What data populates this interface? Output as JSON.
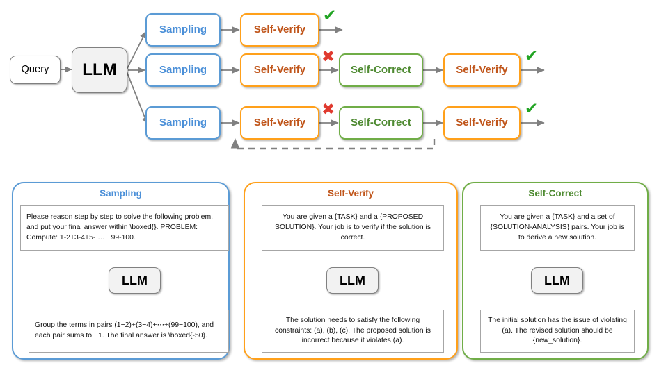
{
  "flow": {
    "query_label": "Query",
    "llm_label": "LLM",
    "sampling_label": "Sampling",
    "verify_label": "Self-Verify",
    "correct_label": "Self-Correct",
    "pass_glyph": "✔",
    "fail_glyph": "✖",
    "rows": [
      {
        "id": "row-1",
        "sampling": "Sampling",
        "verify1": "Self-Verify",
        "verdict1": "pass",
        "has_correct": false
      },
      {
        "id": "row-2",
        "sampling": "Sampling",
        "verify1": "Self-Verify",
        "verdict1": "fail",
        "has_correct": true,
        "correct": "Self-Correct",
        "verify2": "Self-Verify",
        "verdict2": "pass"
      },
      {
        "id": "row-3",
        "sampling": "Sampling",
        "verify1": "Self-Verify",
        "verdict1": "fail",
        "has_correct": true,
        "correct": "Self-Correct",
        "verify2": "Self-Verify",
        "verdict2": "pass",
        "feedback_loop": true
      }
    ]
  },
  "panels": {
    "sampling": {
      "title": "Sampling",
      "prompt": "Please reason step by step to solve the following problem, and put your final answer within \\boxed{}. PROBLEM: Compute: 1-2+3-4+5- … +99-100.",
      "llm_label": "LLM",
      "output": "Group the terms in pairs (1−2)+(3−4)+⋯+(99−100), and each pair sums to −1. The final answer is \\boxed{-50}."
    },
    "verify": {
      "title": "Self-Verify",
      "prompt": "You are given a {TASK} and a {PROPOSED SOLUTION}. Your job is to verify if the solution is correct.",
      "llm_label": "LLM",
      "output": "The solution needs to satisfy the following constraints: (a), (b), (c). The proposed solution is incorrect because it violates (a)."
    },
    "correct": {
      "title": "Self-Correct",
      "prompt": "You are given a {TASK} and a set of {SOLUTION-ANALYSIS} pairs. Your job is to derive a new solution.",
      "llm_label": "LLM",
      "output": "The initial solution has the issue of violating (a). The revised solution should be {new_solution}."
    }
  },
  "colors": {
    "blue": "#5B9BD5",
    "blue_text": "#4A8FD8",
    "orange": "#FFA01A",
    "orange_text": "#C0551A",
    "green": "#70AD47",
    "green_text": "#4E8A31",
    "pass": "#22A424",
    "fail": "#E03A2F",
    "wire": "#808080"
  }
}
